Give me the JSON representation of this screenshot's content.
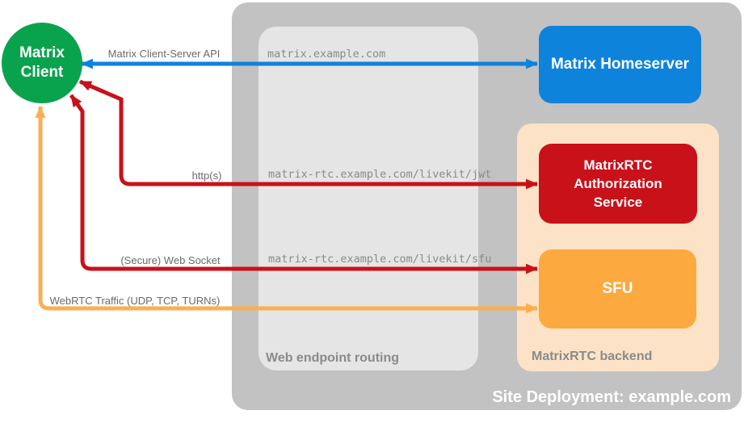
{
  "colors": {
    "bg": "#ffffff",
    "site-gray": "#c2c2c2",
    "routing-gray": "#e5e5e5",
    "backend-peach": "#fce3c7",
    "client-green": "#0aa34d",
    "homeserver-blue": "#0e83dc",
    "auth-red": "#c9111a",
    "sfu-orange": "#fca940",
    "arrow-blue": "#0e83dc",
    "arrow-red": "#c9111a",
    "arrow-orange": "#fbae52",
    "label-gray": "#6b6b6b",
    "container-label-gray": "#8a8a8a",
    "url-gray": "#8a8a8a"
  },
  "nodes": {
    "client": {
      "lines": [
        "Matrix",
        "Client"
      ]
    },
    "homeserver": {
      "label": "Matrix Homeserver"
    },
    "auth": {
      "lines": [
        "MatrixRTC",
        "Authorization",
        "Service"
      ]
    },
    "sfu": {
      "label": "SFU"
    }
  },
  "containers": {
    "site": {
      "label": "Site Deployment: example.com"
    },
    "routing": {
      "label": "Web endpoint routing"
    },
    "backend": {
      "label": "MatrixRTC backend"
    }
  },
  "endpoints": {
    "homeserver": "matrix.example.com",
    "jwt": "matrix-rtc.example.com/livekit/jwt",
    "sfu": "matrix-rtc.example.com/livekit/sfu"
  },
  "arrows": {
    "client_server_api": {
      "label": "Matrix Client-Server API",
      "color": "#0e83dc"
    },
    "https": {
      "label": "http(s)",
      "color": "#c9111a"
    },
    "websocket": {
      "label": "(Secure) Web Socket",
      "color": "#c9111a"
    },
    "webrtc": {
      "label": "WebRTC Traffic (UDP, TCP, TURNs)",
      "color": "#fbae52"
    }
  }
}
